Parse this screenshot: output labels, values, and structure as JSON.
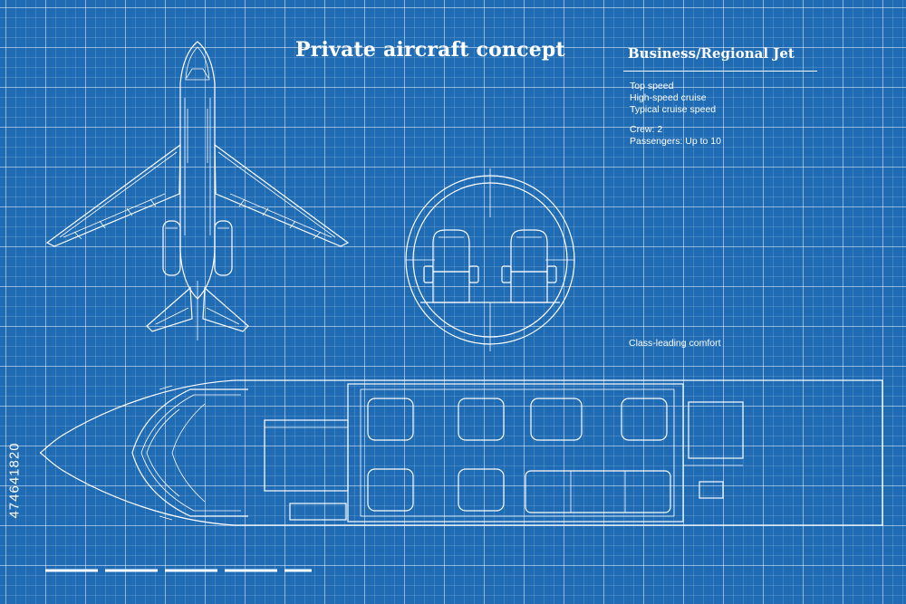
{
  "title": "Private aircraft concept",
  "subtitle": "Business/Regional Jet",
  "specs": [
    "Top speed",
    "High-speed cruise",
    "Typical cruise speed",
    "Crew: 2",
    "Passengers: Up to 10"
  ],
  "caption": "Class-leading comfort",
  "stock_id": "474641820",
  "colors": {
    "background": "#1f6bb4",
    "lines": "#ffffff"
  }
}
